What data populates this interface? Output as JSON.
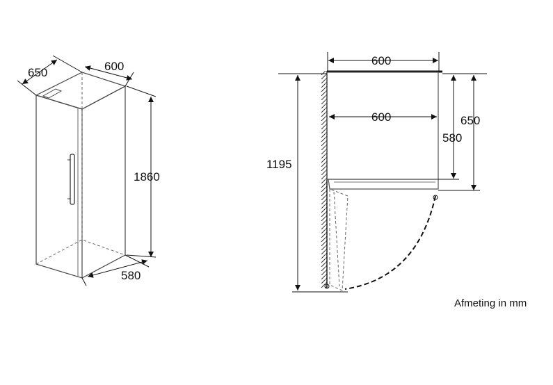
{
  "dimensions": {
    "left_view": {
      "depth_label": "650",
      "width_label": "600",
      "height_label": "1860",
      "bottom_depth_label": "580"
    },
    "right_view": {
      "outer_width_label": "600",
      "inner_width_label": "600",
      "door_clearance_label": "1195",
      "inner_depth_label": "580",
      "total_depth_label": "650"
    }
  },
  "caption": "Afmeting in mm",
  "colors": {
    "line": "#111111",
    "body_stroke": "#555555",
    "background": "#ffffff"
  }
}
